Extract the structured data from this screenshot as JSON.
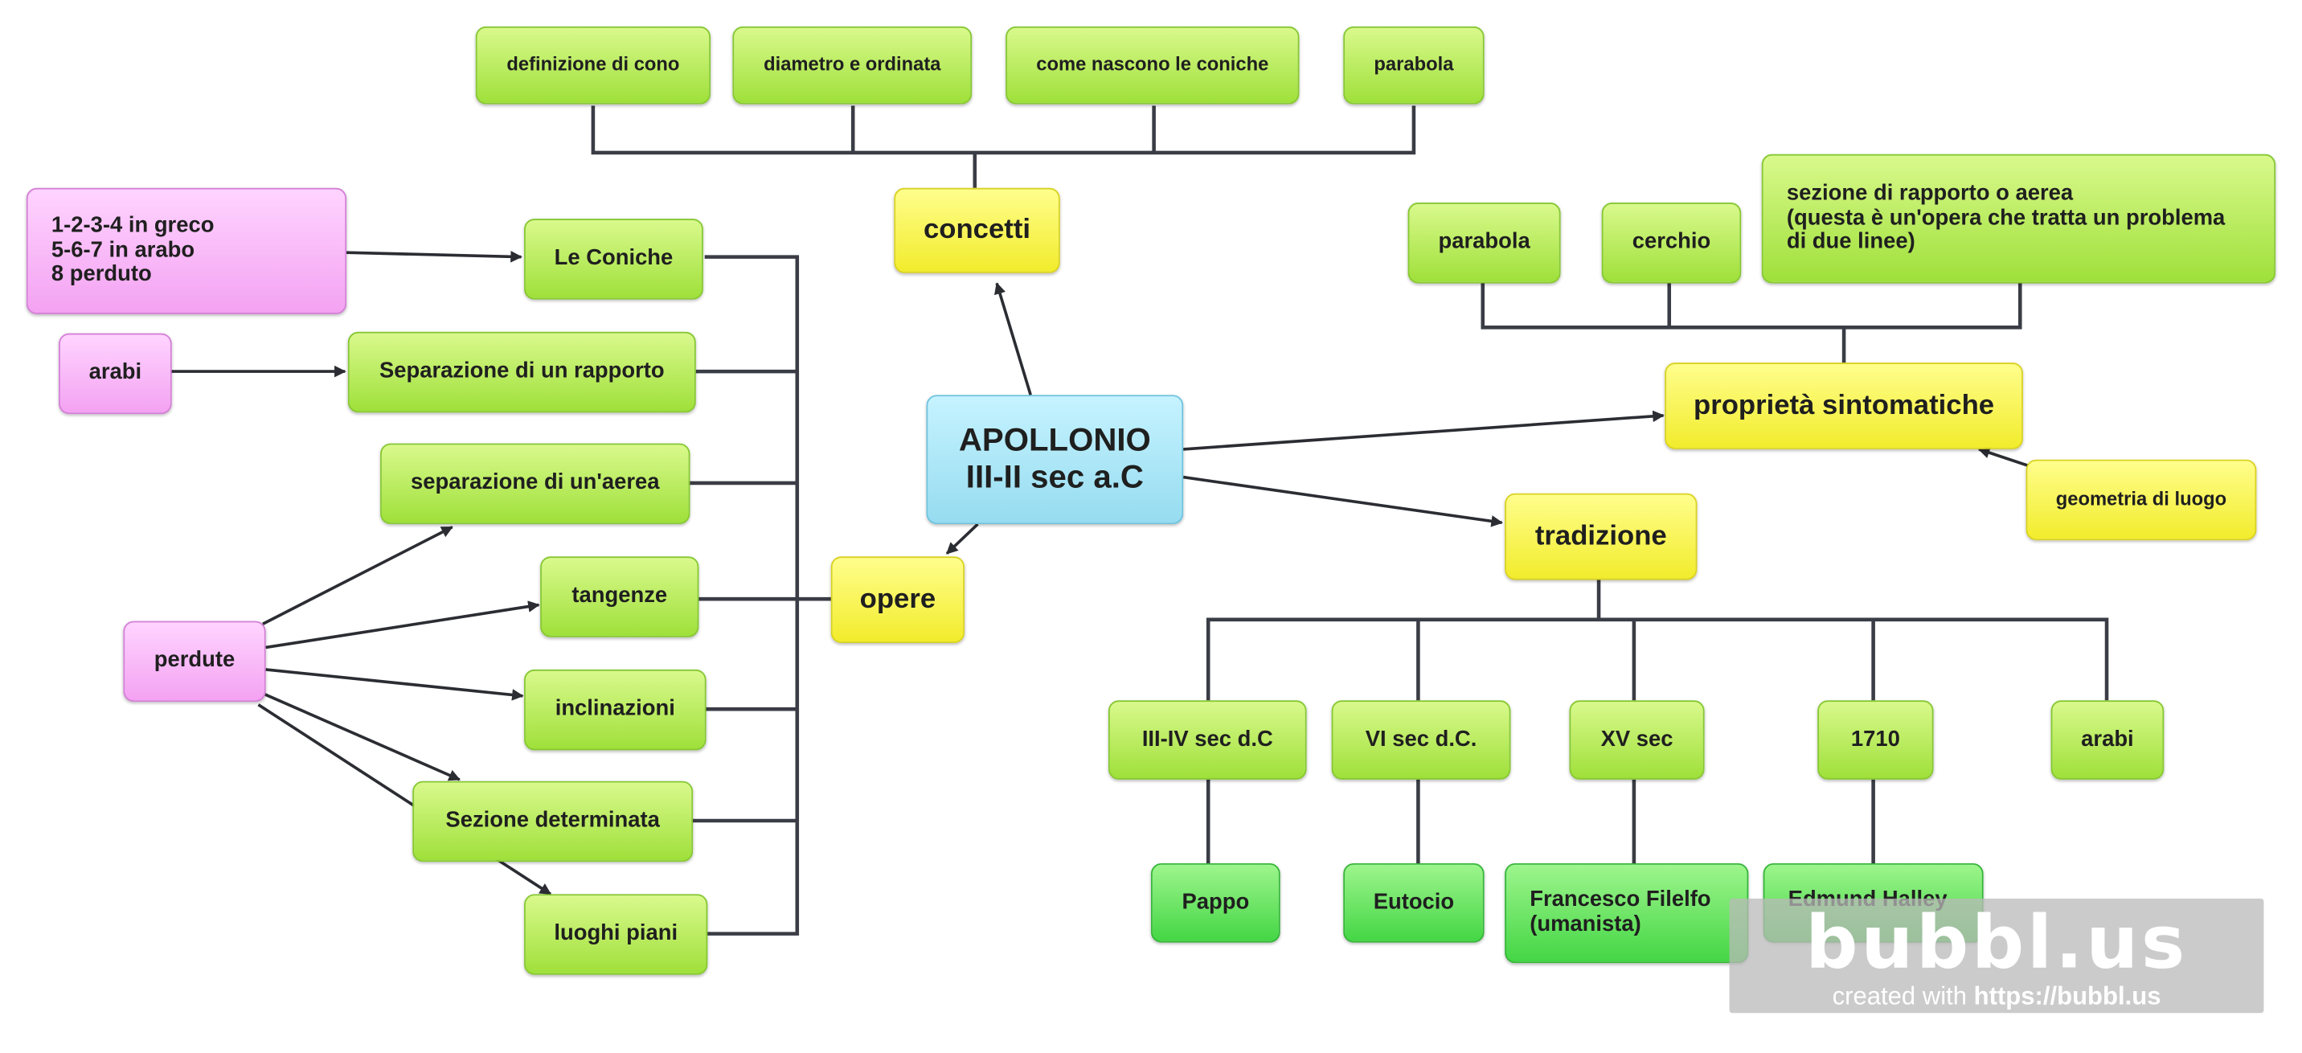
{
  "center": {
    "label": "APOLLONIO\nIII-II sec a.C"
  },
  "concetti": {
    "label": "concetti",
    "items": [
      "definizione di cono",
      "diametro e ordinata",
      "come nascono le coniche",
      "parabola"
    ]
  },
  "opere": {
    "label": "opere",
    "items": [
      "Le Coniche",
      "Separazione di un rapporto",
      "separazione di un'aerea",
      "tangenze",
      "inclinazioni",
      "Sezione determinata",
      "luoghi piani"
    ]
  },
  "notes": {
    "greco": "1-2-3-4 in greco\n5-6-7 in arabo\n8 perduto",
    "arabi": "arabi",
    "perdute": "perdute"
  },
  "proprieta": {
    "label": "proprietà sintomatiche",
    "items": [
      "parabola",
      "cerchio",
      "sezione di rapporto o aerea\n(questa è un'opera che tratta un problema\ndi due linee)"
    ],
    "geometria": "geometria di luogo"
  },
  "tradizione": {
    "label": "tradizione",
    "periods": [
      "III-IV sec d.C",
      "VI sec  d.C.",
      "XV sec",
      "1710",
      "arabi"
    ],
    "people": [
      "Pappo",
      "Eutocio",
      "Francesco Filelfo\n(umanista)",
      "Edmund Halley"
    ]
  },
  "watermark": {
    "logo": "bubbl.us",
    "tagline_prefix": "created with ",
    "tagline_url": "https://bubbl.us"
  },
  "colors": {
    "green": "#a8e64a",
    "dark_green": "#4cd94d",
    "yellow": "#f7f03a",
    "pink": "#f6b4f5",
    "blue": "#a8e6f7",
    "line": "#3a3d45"
  }
}
